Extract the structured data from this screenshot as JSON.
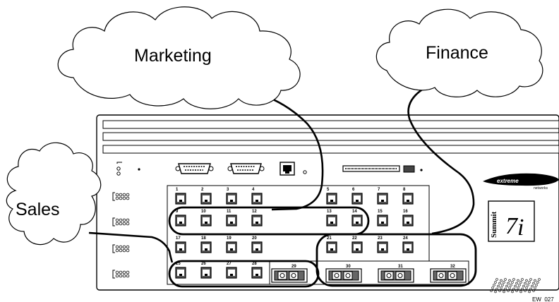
{
  "clouds": {
    "marketing": "Marketing",
    "finance": "Finance",
    "sales": "Sales"
  },
  "ports": {
    "row1": [
      "1",
      "2",
      "3",
      "4",
      "5",
      "6",
      "7",
      "8"
    ],
    "row2": [
      "9",
      "10",
      "11",
      "12",
      "13",
      "14",
      "15",
      "16"
    ],
    "row3": [
      "17",
      "18",
      "19",
      "20",
      "21",
      "22",
      "23",
      "24"
    ],
    "row4": [
      "25",
      "26",
      "27",
      "28"
    ],
    "gbic": [
      "29",
      "30",
      "31",
      "32"
    ]
  },
  "logo": {
    "brand": "extreme",
    "sub": "networks"
  },
  "model": {
    "name": "Summit",
    "number": "7",
    "suffix": "i"
  },
  "figure_id": "EW_027"
}
